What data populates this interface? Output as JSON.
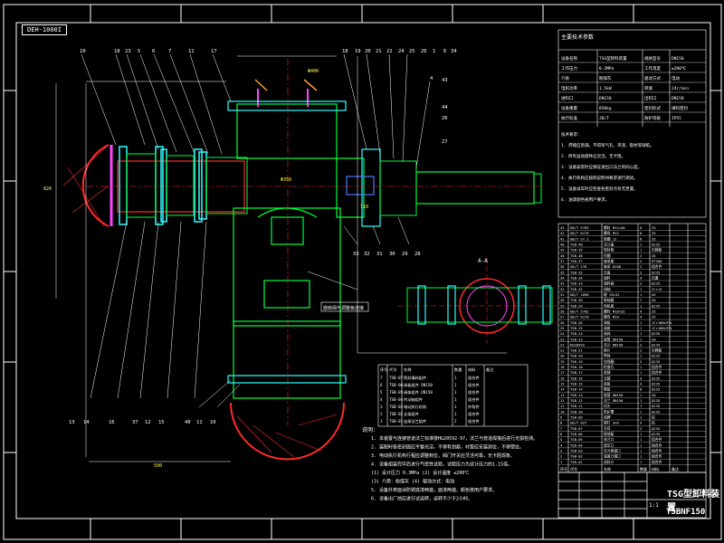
{
  "drawing": {
    "corner_label": "DEH-1000I",
    "title": "TSG型卸料装置",
    "code": "TSBNF150",
    "scale": "1:1",
    "section_label": "A-A",
    "callout_note": "旋转阀与调整板连接",
    "balloons_top": [
      "10",
      "18",
      "23",
      "5",
      "6",
      "7",
      "11",
      "17",
      "18",
      "19",
      "20",
      "21",
      "22",
      "24",
      "25",
      "26",
      "1",
      "6",
      "34",
      "4"
    ],
    "balloons_side": [
      "43",
      "44",
      "26",
      "27"
    ],
    "balloons_bottom": [
      "13",
      "14",
      "16",
      "37",
      "12",
      "15",
      "40",
      "11",
      "10",
      "33",
      "32",
      "31",
      "30",
      "29",
      "28"
    ],
    "dims": [
      "820",
      "500",
      "710",
      "Φ350",
      "Φ400"
    ]
  },
  "notes": {
    "heading": "说明：",
    "lines": [
      "1. 本装置与连接管道法兰标准按HG20592-97，法兰与管道焊接后进行无损检测。",
      "2. 装配时各密封面应平整光洁，不得有划痕，衬垫应安装到位，不得错位。",
      "3. 电动执行机构行程应调整到位，阀门开关应灵活可靠，无卡阻现象。",
      "4. 设备组装完毕后进行气密性试验，试验压力为设计压力的1.15倍。",
      "   (1) 设计压力 0.3MPa    (2) 设计温度 ≤200℃",
      "   (3) 介质：粉煤灰    (4) 驱动方式：电动",
      "5. 设备外表面涂防锈底漆两遍，面漆两遍，颜色按用户要求。",
      "6. 设备出厂前应进行试运转，运转不少于2小时。"
    ]
  },
  "tech_table": {
    "heading": "主要技术参数",
    "rows": [
      [
        "设备名称",
        "TSG型卸料装置",
        "规格型号",
        "DN150"
      ],
      [
        "工作压力",
        "0.3MPa",
        "工作温度",
        "≤200℃"
      ],
      [
        "介质",
        "粉煤灰",
        "驱动方式",
        "电动"
      ],
      [
        "电机功率",
        "1.5kW",
        "转速",
        "24r/min"
      ],
      [
        "进料口",
        "DN150",
        "出料口",
        "DN150"
      ],
      [
        "设备重量",
        "850kg",
        "密封形式",
        "填料密封"
      ],
      [
        "执行标准",
        "JB/T",
        "防护等级",
        "IP55"
      ]
    ],
    "remarks": [
      "技术要求：",
      "1. 焊缝应饱满，不得有气孔、夹渣、裂纹等缺陷。",
      "2. 所有运动部件应灵活，无卡阻。",
      "3. 设备安装时应保证进出口法兰的同心度。",
      "4. 执行机构应按照说明书要求进行调试。",
      "5. 设备试车时应检查各密封点有无泄漏。",
      "6. 油漆颜色按用户要求。"
    ]
  },
  "small_table": {
    "headers": [
      "序号",
      "代号",
      "名称",
      "数量",
      "材料",
      "备注"
    ],
    "rows": [
      [
        "7",
        "TSB-07",
        "密封填料组件",
        "1",
        "组合件",
        ""
      ],
      [
        "6",
        "TSB-06",
        "阀板组件 DN150",
        "1",
        "组合件",
        ""
      ],
      [
        "5",
        "TSB-05",
        "阀体组件 DN150",
        "1",
        "组合件",
        ""
      ],
      [
        "4",
        "TSB-04",
        "传动轴组件",
        "1",
        "组合件",
        ""
      ],
      [
        "3",
        "TSB-03",
        "电动执行机构",
        "1",
        "外购件",
        ""
      ],
      [
        "2",
        "TSB-02",
        "支架组件",
        "1",
        "组合件",
        ""
      ],
      [
        "1",
        "TSB-01",
        "连接法兰组件",
        "2",
        "组合件",
        ""
      ]
    ]
  },
  "parts_list": {
    "rows": [
      [
        "43",
        "GB/T 5783",
        "螺栓 M12×40",
        "8",
        "35",
        ""
      ],
      [
        "42",
        "GB/T 6170",
        "螺母 M12",
        "8",
        "35",
        ""
      ],
      [
        "41",
        "GB/T 97.1",
        "垫圈 12",
        "8",
        "35",
        ""
      ],
      [
        "40",
        "TSB-40",
        "法兰盖",
        "1",
        "Q235",
        ""
      ],
      [
        "39",
        "TSB-39",
        "密封垫",
        "1",
        "石棉板",
        ""
      ],
      [
        "38",
        "TSB-38",
        "挡圈",
        "2",
        "45",
        ""
      ],
      [
        "37",
        "TSB-37",
        "轴承座",
        "2",
        "HT200",
        ""
      ],
      [
        "36",
        "GB/T 276",
        "轴承 6208",
        "2",
        "组合件",
        ""
      ],
      [
        "35",
        "TSB-35",
        "压盖",
        "2",
        "Q235",
        ""
      ],
      [
        "34",
        "TSB-34",
        "填料",
        "4",
        "石墨",
        ""
      ],
      [
        "33",
        "TSB-33",
        "填料函",
        "2",
        "Q235",
        ""
      ],
      [
        "32",
        "TSB-32",
        "阀轴",
        "1",
        "2Cr13",
        ""
      ],
      [
        "31",
        "GB/T 1096",
        "键 C8×32",
        "1",
        "45",
        ""
      ],
      [
        "30",
        "TSB-30",
        "联轴器",
        "1",
        "45",
        ""
      ],
      [
        "29",
        "TSB-29",
        "电机座",
        "1",
        "Q235",
        ""
      ],
      [
        "28",
        "GB/T 5782",
        "螺栓 M10×35",
        "4",
        "35",
        ""
      ],
      [
        "27",
        "GB/T 6170",
        "螺母 M10",
        "4",
        "35",
        ""
      ],
      [
        "26",
        "TSB-26",
        "阀板",
        "1",
        "1Cr18Ni9Ti",
        ""
      ],
      [
        "25",
        "TSB-25",
        "阀座",
        "1",
        "1Cr18Ni9Ti",
        ""
      ],
      [
        "24",
        "TSB-24",
        "阀体",
        "1",
        "Q235",
        ""
      ],
      [
        "23",
        "TSB-23",
        "接管 DN150",
        "1",
        "20",
        ""
      ],
      [
        "22",
        "HG20592",
        "法兰 DN150",
        "2",
        "Q235",
        ""
      ],
      [
        "21",
        "TSB-21",
        "垫片",
        "2",
        "石棉板",
        ""
      ],
      [
        "20",
        "TSB-20",
        "筒体",
        "1",
        "Q235",
        ""
      ],
      [
        "19",
        "TSB-19",
        "加强圈",
        "2",
        "Q235",
        ""
      ],
      [
        "18",
        "TSB-18",
        "检查孔",
        "1",
        "组合件",
        ""
      ],
      [
        "17",
        "TSB-17",
        "视镜",
        "1",
        "组合件",
        ""
      ],
      [
        "16",
        "TSB-16",
        "支腿",
        "4",
        "Q235",
        ""
      ],
      [
        "15",
        "TSB-15",
        "底板",
        "4",
        "Q235",
        ""
      ],
      [
        "14",
        "TSB-14",
        "筋板",
        "8",
        "Q235",
        ""
      ],
      [
        "13",
        "TSB-13",
        "接管 DN150",
        "1",
        "20",
        ""
      ],
      [
        "12",
        "TSB-12",
        "法兰 DN150",
        "1",
        "Q235",
        ""
      ],
      [
        "11",
        "TSB-11",
        "封头",
        "1",
        "Q235",
        ""
      ],
      [
        "10",
        "TSB-10",
        "防护罩",
        "1",
        "Q235",
        ""
      ],
      [
        "9",
        "TSB-09",
        "铭牌",
        "1",
        "铝",
        ""
      ],
      [
        "8",
        "GB/T 827",
        "铆钉 3×6",
        "4",
        "铝",
        ""
      ],
      [
        "7",
        "TSB-07",
        "吊耳",
        "2",
        "Q235",
        ""
      ],
      [
        "6",
        "TSB-06",
        "接地板",
        "1",
        "Q235",
        ""
      ],
      [
        "5",
        "TSB-05",
        "排污口",
        "1",
        "组合件",
        ""
      ],
      [
        "4",
        "TSB-04",
        "放空口",
        "1",
        "组合件",
        ""
      ],
      [
        "3",
        "TSB-03",
        "压力表接口",
        "1",
        "组合件",
        ""
      ],
      [
        "2",
        "TSB-02",
        "温度计接口",
        "1",
        "组合件",
        ""
      ],
      [
        "1",
        "TSB-01",
        "进料口",
        "1",
        "组合件",
        ""
      ]
    ],
    "footer": [
      "序号",
      "代号",
      "名称",
      "数量",
      "材料",
      "备注"
    ]
  },
  "colors": {
    "background": "#000000",
    "frame": "#ffffff",
    "green": "#00ff3c",
    "red": "#ff2a2a",
    "magenta": "#ff44ff",
    "cyan": "#30ffff",
    "blue": "#4a78ff",
    "orange": "#ff9a30",
    "yellow": "#ffff40"
  }
}
